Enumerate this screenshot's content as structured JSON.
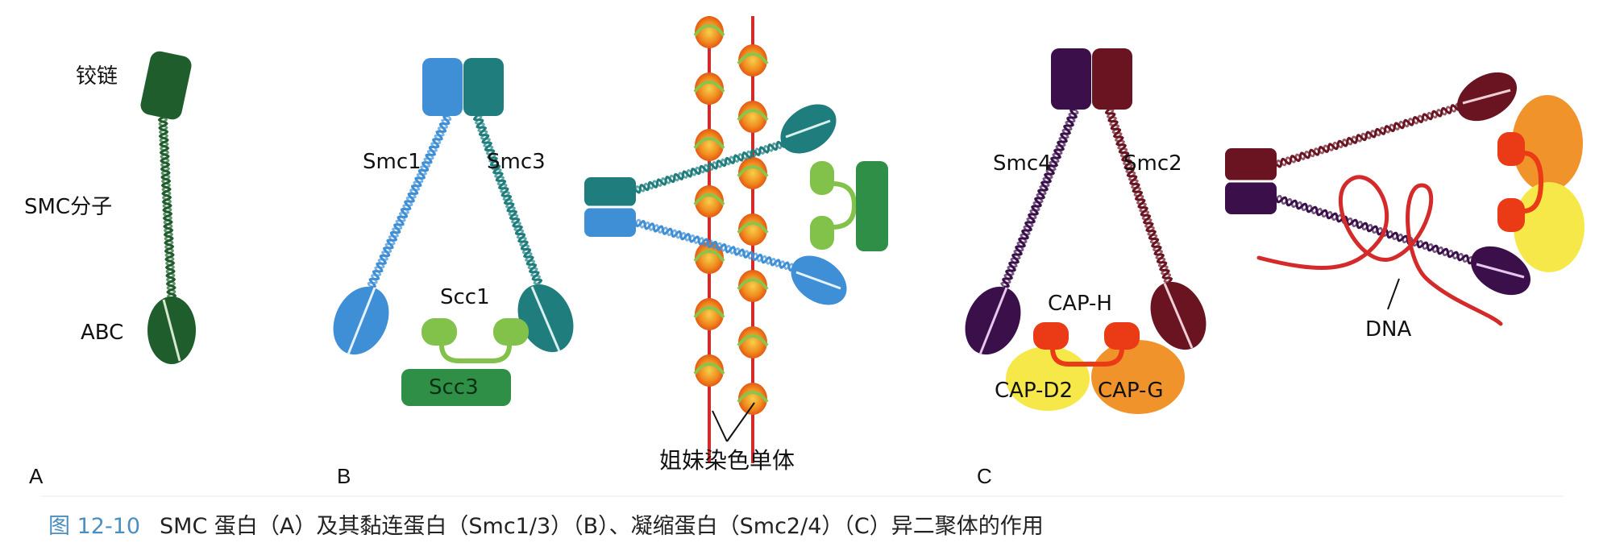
{
  "labels": {
    "hinge": "铰链",
    "smc_molecule": "SMC分子",
    "abc": "ABC",
    "smc1": "Smc1",
    "smc3": "Smc3",
    "scc1": "Scc1",
    "scc3": "Scc3",
    "sister_chromatids": "姐妹染色单体",
    "smc4": "Smc4",
    "smc2": "Smc2",
    "cap_h": "CAP-H",
    "cap_d2": "CAP-D2",
    "cap_g": "CAP-G",
    "dna": "DNA"
  },
  "panels": {
    "a": "A",
    "b": "B",
    "c": "C"
  },
  "caption": {
    "figure_number": "图 12-10",
    "text": "SMC 蛋白（A）及其黏连蛋白（Smc1/3）（B）、凝缩蛋白（Smc2/4）（C）异二聚体的作用"
  },
  "colors": {
    "smc_dark_green": "#1f5e2c",
    "smc1_blue": "#3f8fd6",
    "smc3_teal": "#1f7d7e",
    "scc1_green": "#82c24a",
    "scc3_green": "#2f8f46",
    "smc4_purple": "#3a0f4a",
    "smc2_maroon": "#6a1422",
    "cap_h_red": "#ea3a16",
    "cap_d2_yellow": "#f7e84a",
    "cap_g_orange": "#f0932a",
    "dna_red": "#d42a2a"
  }
}
